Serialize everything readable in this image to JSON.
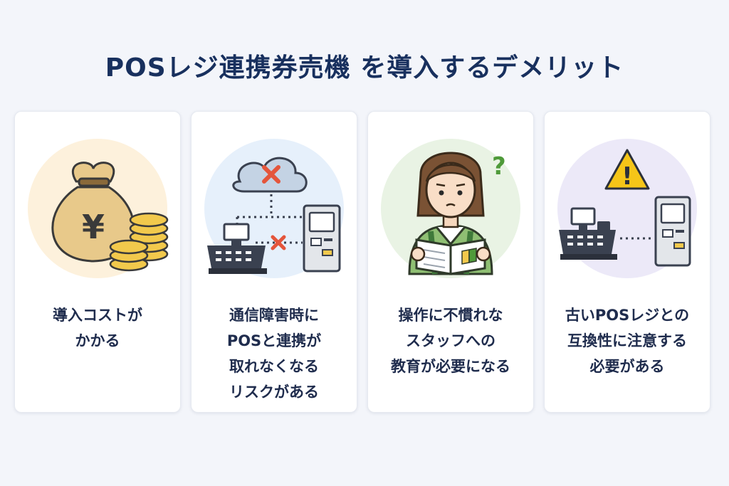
{
  "title": "POSレジ連携券売機 を導入するデメリット",
  "cards": [
    {
      "icon": "money-bag-yen-icon",
      "lines": [
        "導入コストが",
        "かかる"
      ]
    },
    {
      "icon": "cloud-disconnect-icon",
      "lines": [
        "通信障害時に",
        "POSと連携が",
        "取れなくなる",
        "リスクがある"
      ]
    },
    {
      "icon": "confused-staff-icon",
      "lines": [
        "操作に不慣れな",
        "スタッフへの",
        "教育が必要になる"
      ]
    },
    {
      "icon": "compatibility-warning-icon",
      "lines": [
        "古いPOSレジとの",
        "互換性に注意する",
        "必要がある"
      ]
    }
  ],
  "illustrations": {
    "coin_symbol": "¥",
    "question_mark": "?",
    "warning_mark": "!"
  },
  "colors": {
    "title": "#18305e",
    "error_cross": "#e4553b",
    "warning": "#f5c518",
    "coin": "#f2c94c",
    "dark_device": "#3a4150",
    "kiosk": "#e3e6ea"
  }
}
